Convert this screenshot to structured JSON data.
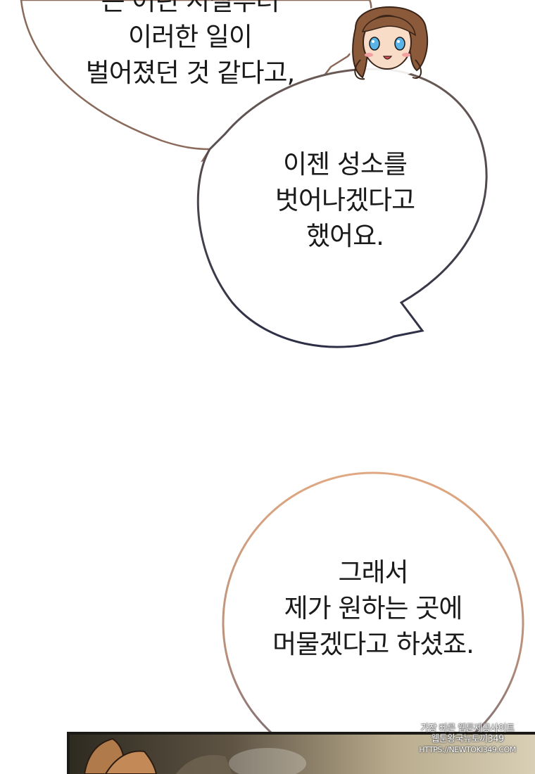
{
  "bubbles": [
    {
      "lines": [
        "는 어린 시절부터",
        "이러한 일이",
        "벌어졌던 것 같다고,"
      ]
    },
    {
      "lines": [
        "이젠 성소를",
        "벗어나겠다고",
        "했어요."
      ]
    },
    {
      "lines": [
        "그래서",
        "제가 원하는 곳에",
        "머물겠다고 하셨죠."
      ]
    }
  ],
  "watermark": {
    "line1": "가장 빠른 웹툰제공사이트",
    "line2": "웹툰왕국뉴토끼349",
    "url": "HTTPS://NEWTOKI349.COM"
  },
  "colors": {
    "bubble1_stroke": "#8a6a5a",
    "bubble2_stroke": "#3a3a4a",
    "bubble3_stroke": "#c49a78"
  }
}
